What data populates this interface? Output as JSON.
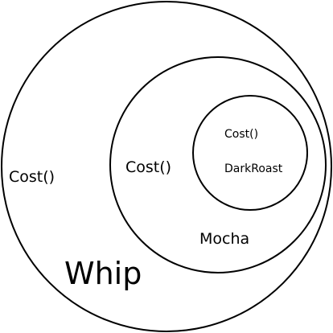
{
  "diagram": {
    "outer": {
      "name": "Whip",
      "method": "Cost()"
    },
    "middle": {
      "name": "Mocha",
      "method": "Cost()"
    },
    "inner": {
      "name": "DarkRoast",
      "method": "Cost()"
    },
    "stroke_color": "#000000",
    "background_color": "#ffffff"
  }
}
